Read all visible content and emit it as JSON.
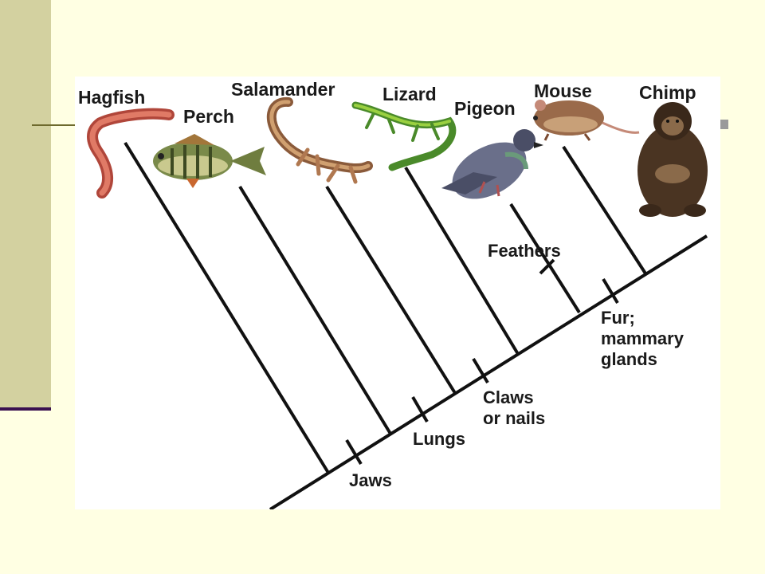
{
  "diagram": {
    "taxa": [
      {
        "name": "Hagfish"
      },
      {
        "name": "Perch"
      },
      {
        "name": "Salamander"
      },
      {
        "name": "Lizard"
      },
      {
        "name": "Pigeon"
      },
      {
        "name": "Mouse"
      },
      {
        "name": "Chimp"
      }
    ],
    "traits": {
      "jaws": "Jaws",
      "lungs": "Lungs",
      "claws_line1": "Claws",
      "claws_line2": "or nails",
      "feathers": "Feathers",
      "fur_line1": "Fur;",
      "fur_line2": "mammary",
      "fur_line3": "glands"
    }
  },
  "colors": {
    "slide_background": "#ffffe3",
    "side_bar": "#d3d1a0",
    "side_bar_line": "#3a1050",
    "title_rule": "#6e6a2e",
    "figure_background": "#ffffff",
    "tree_lines": "#111111"
  },
  "icons": [
    "hagfish-icon",
    "perch-icon",
    "salamander-icon",
    "lizard-icon",
    "pigeon-icon",
    "mouse-icon",
    "chimp-icon"
  ]
}
